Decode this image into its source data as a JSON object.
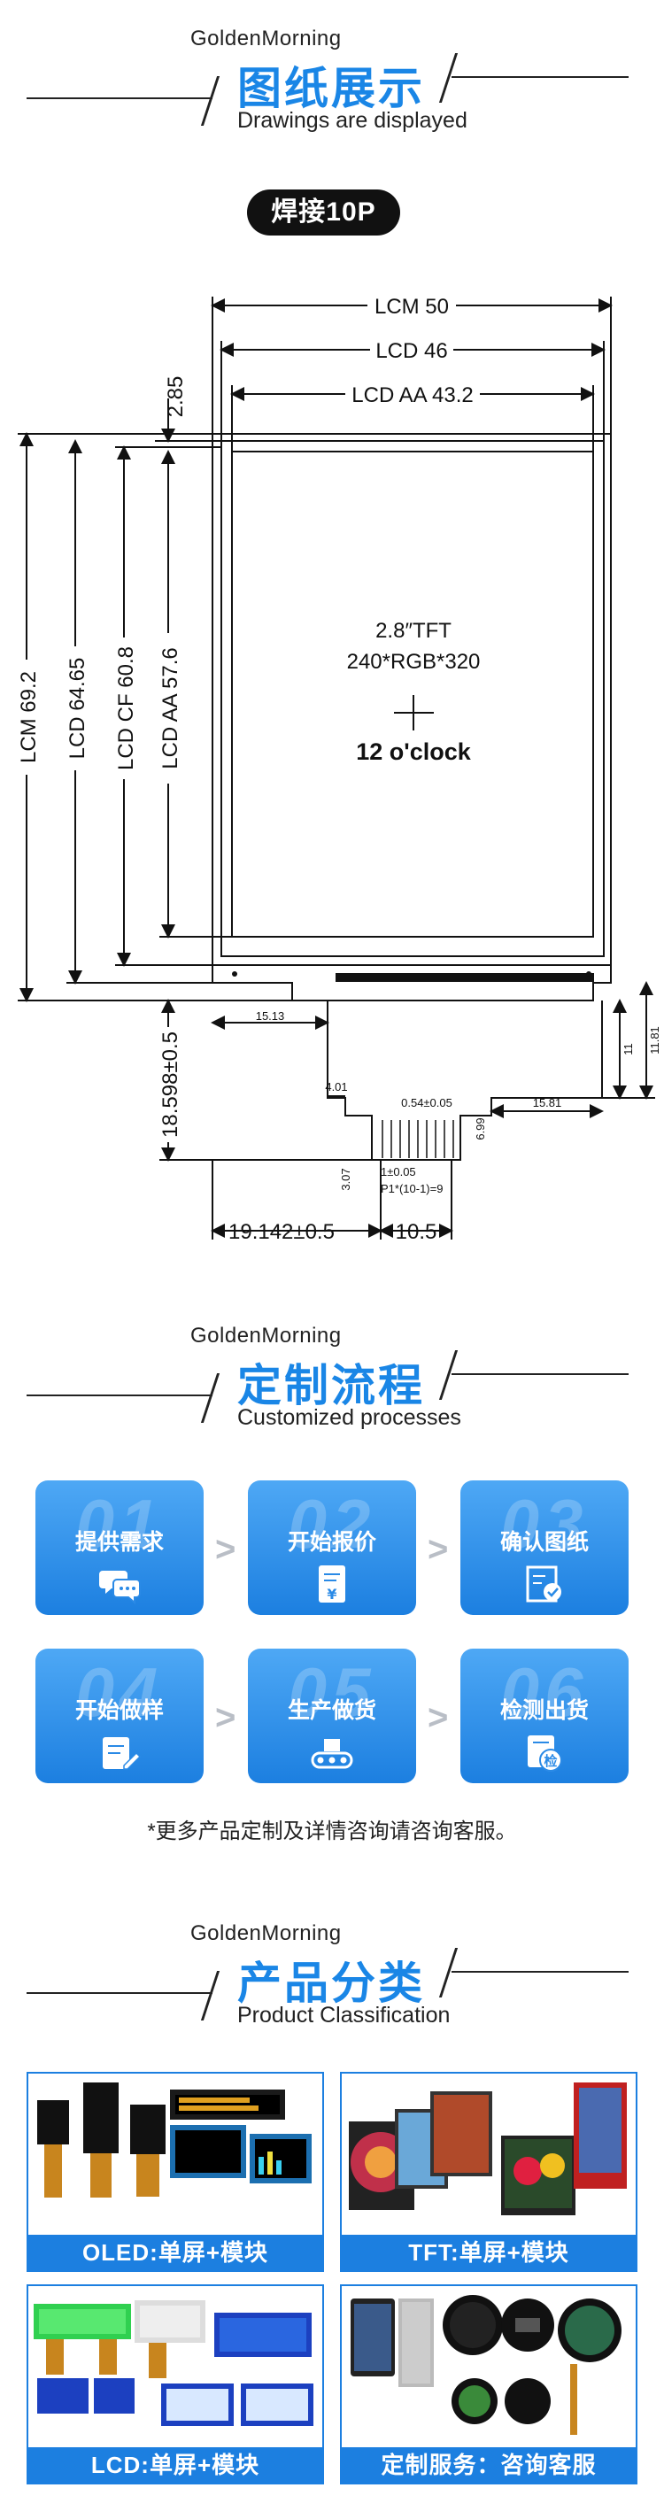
{
  "section1": {
    "brand": "GoldenMorning",
    "title": "图纸展示",
    "subtitle": "Drawings are displayed"
  },
  "pill_label": "焊接10P",
  "drawing": {
    "dims": {
      "lcm_w": "LCM 50",
      "lcd_w": "LCD 46",
      "lcd_aa_w": "LCD AA 43.2",
      "top_offset": "2.85",
      "lcm_h": "LCM 69.2",
      "lcd_h": "LCD 64.65",
      "lcd_cf_h": "LCD CF 60.8",
      "lcd_aa_h": "LCD AA 57.6",
      "fpc_len": "18.598±0.5",
      "fpc_left": "15.13",
      "fpc_h1": "11",
      "fpc_h2": "11.81",
      "fpc_w1": "4.01",
      "pitch_w": "0.54±0.05",
      "right_w": "15.81",
      "v1": "6.99",
      "v2": "3.07",
      "pitch": "1±0.05",
      "pins": "P1*(10-1)=9",
      "bottom_left": "19.142±0.5",
      "bottom_right": "10.5"
    },
    "panel_line1": "2.8″TFT",
    "panel_line2": "240*RGB*320",
    "orientation": "12 o'clock"
  },
  "section2": {
    "brand": "GoldenMorning",
    "title": "定制流程",
    "subtitle": "Customized processes"
  },
  "process_steps": [
    {
      "num": "01",
      "label": "提供需求",
      "icon": "chat-icon"
    },
    {
      "num": "02",
      "label": "开始报价",
      "icon": "quote-icon"
    },
    {
      "num": "03",
      "label": "确认图纸",
      "icon": "drawing-check-icon"
    },
    {
      "num": "04",
      "label": "开始做样",
      "icon": "sample-icon"
    },
    {
      "num": "05",
      "label": "生产做货",
      "icon": "conveyor-icon"
    },
    {
      "num": "06",
      "label": "检测出货",
      "icon": "inspect-icon"
    }
  ],
  "arrow_glyph": ">",
  "process_note": "*更多产品定制及详情咨询请咨询客服。",
  "section3": {
    "brand": "GoldenMorning",
    "title": "产品分类",
    "subtitle": "Product Classification"
  },
  "products": [
    {
      "caption": "OLED:单屏+模块"
    },
    {
      "caption": "TFT:单屏+模块"
    },
    {
      "caption": "LCD:单屏+模块"
    },
    {
      "caption": "定制服务：咨询客服"
    }
  ],
  "colors": {
    "accent": "#1a86e6",
    "card_top": "#4ea8f5",
    "card_bottom": "#1c7fe0"
  }
}
